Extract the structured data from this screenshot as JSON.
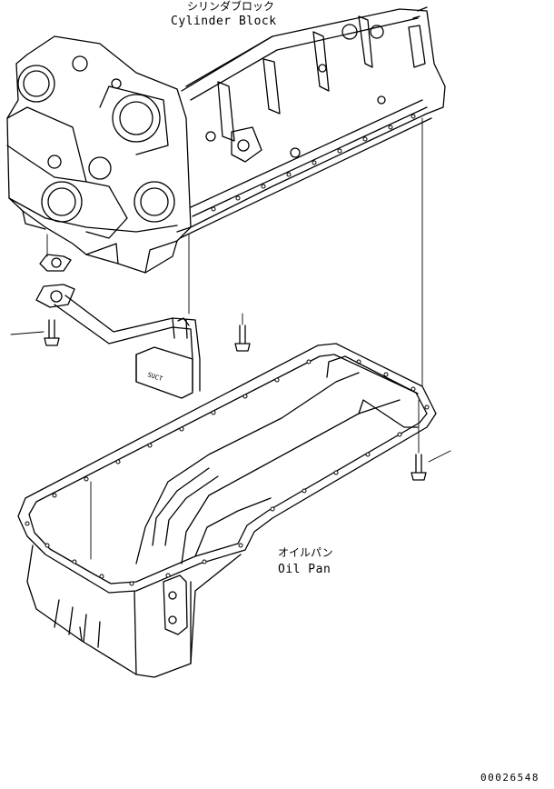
{
  "labels": {
    "cylinder_block_jp": "シリンダブロック",
    "cylinder_block_en": "Cylinder Block",
    "oil_pan_jp": "オイルパン",
    "oil_pan_en": "Oil Pan",
    "drawing_code": "00026548"
  }
}
